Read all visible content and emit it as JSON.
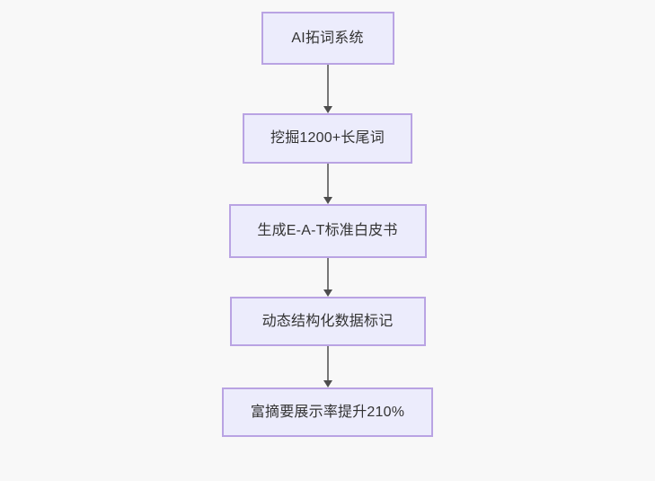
{
  "diagram": {
    "type": "flowchart",
    "direction": "top-to-bottom",
    "background_color": "#f8f8f8",
    "node_fill_color": "#ececfc",
    "node_border_color": "#b9a3e3",
    "node_text_color": "#333333",
    "edge_color": "#777777",
    "arrowhead_color": "#4d4d4d",
    "nodes": [
      {
        "id": "n1",
        "label": "AI拓词系统"
      },
      {
        "id": "n2",
        "label": "挖掘1200+长尾词"
      },
      {
        "id": "n3",
        "label": "生成E-A-T标准白皮书"
      },
      {
        "id": "n4",
        "label": "动态结构化数据标记"
      },
      {
        "id": "n5",
        "label": "富摘要展示率提升210%"
      }
    ],
    "edges": [
      {
        "id": "e1",
        "from": "n1",
        "to": "n2",
        "label": ""
      },
      {
        "id": "e2",
        "from": "n2",
        "to": "n3",
        "label": ""
      },
      {
        "id": "e3",
        "from": "n3",
        "to": "n4",
        "label": ""
      },
      {
        "id": "e4",
        "from": "n4",
        "to": "n5",
        "label": ""
      }
    ]
  }
}
